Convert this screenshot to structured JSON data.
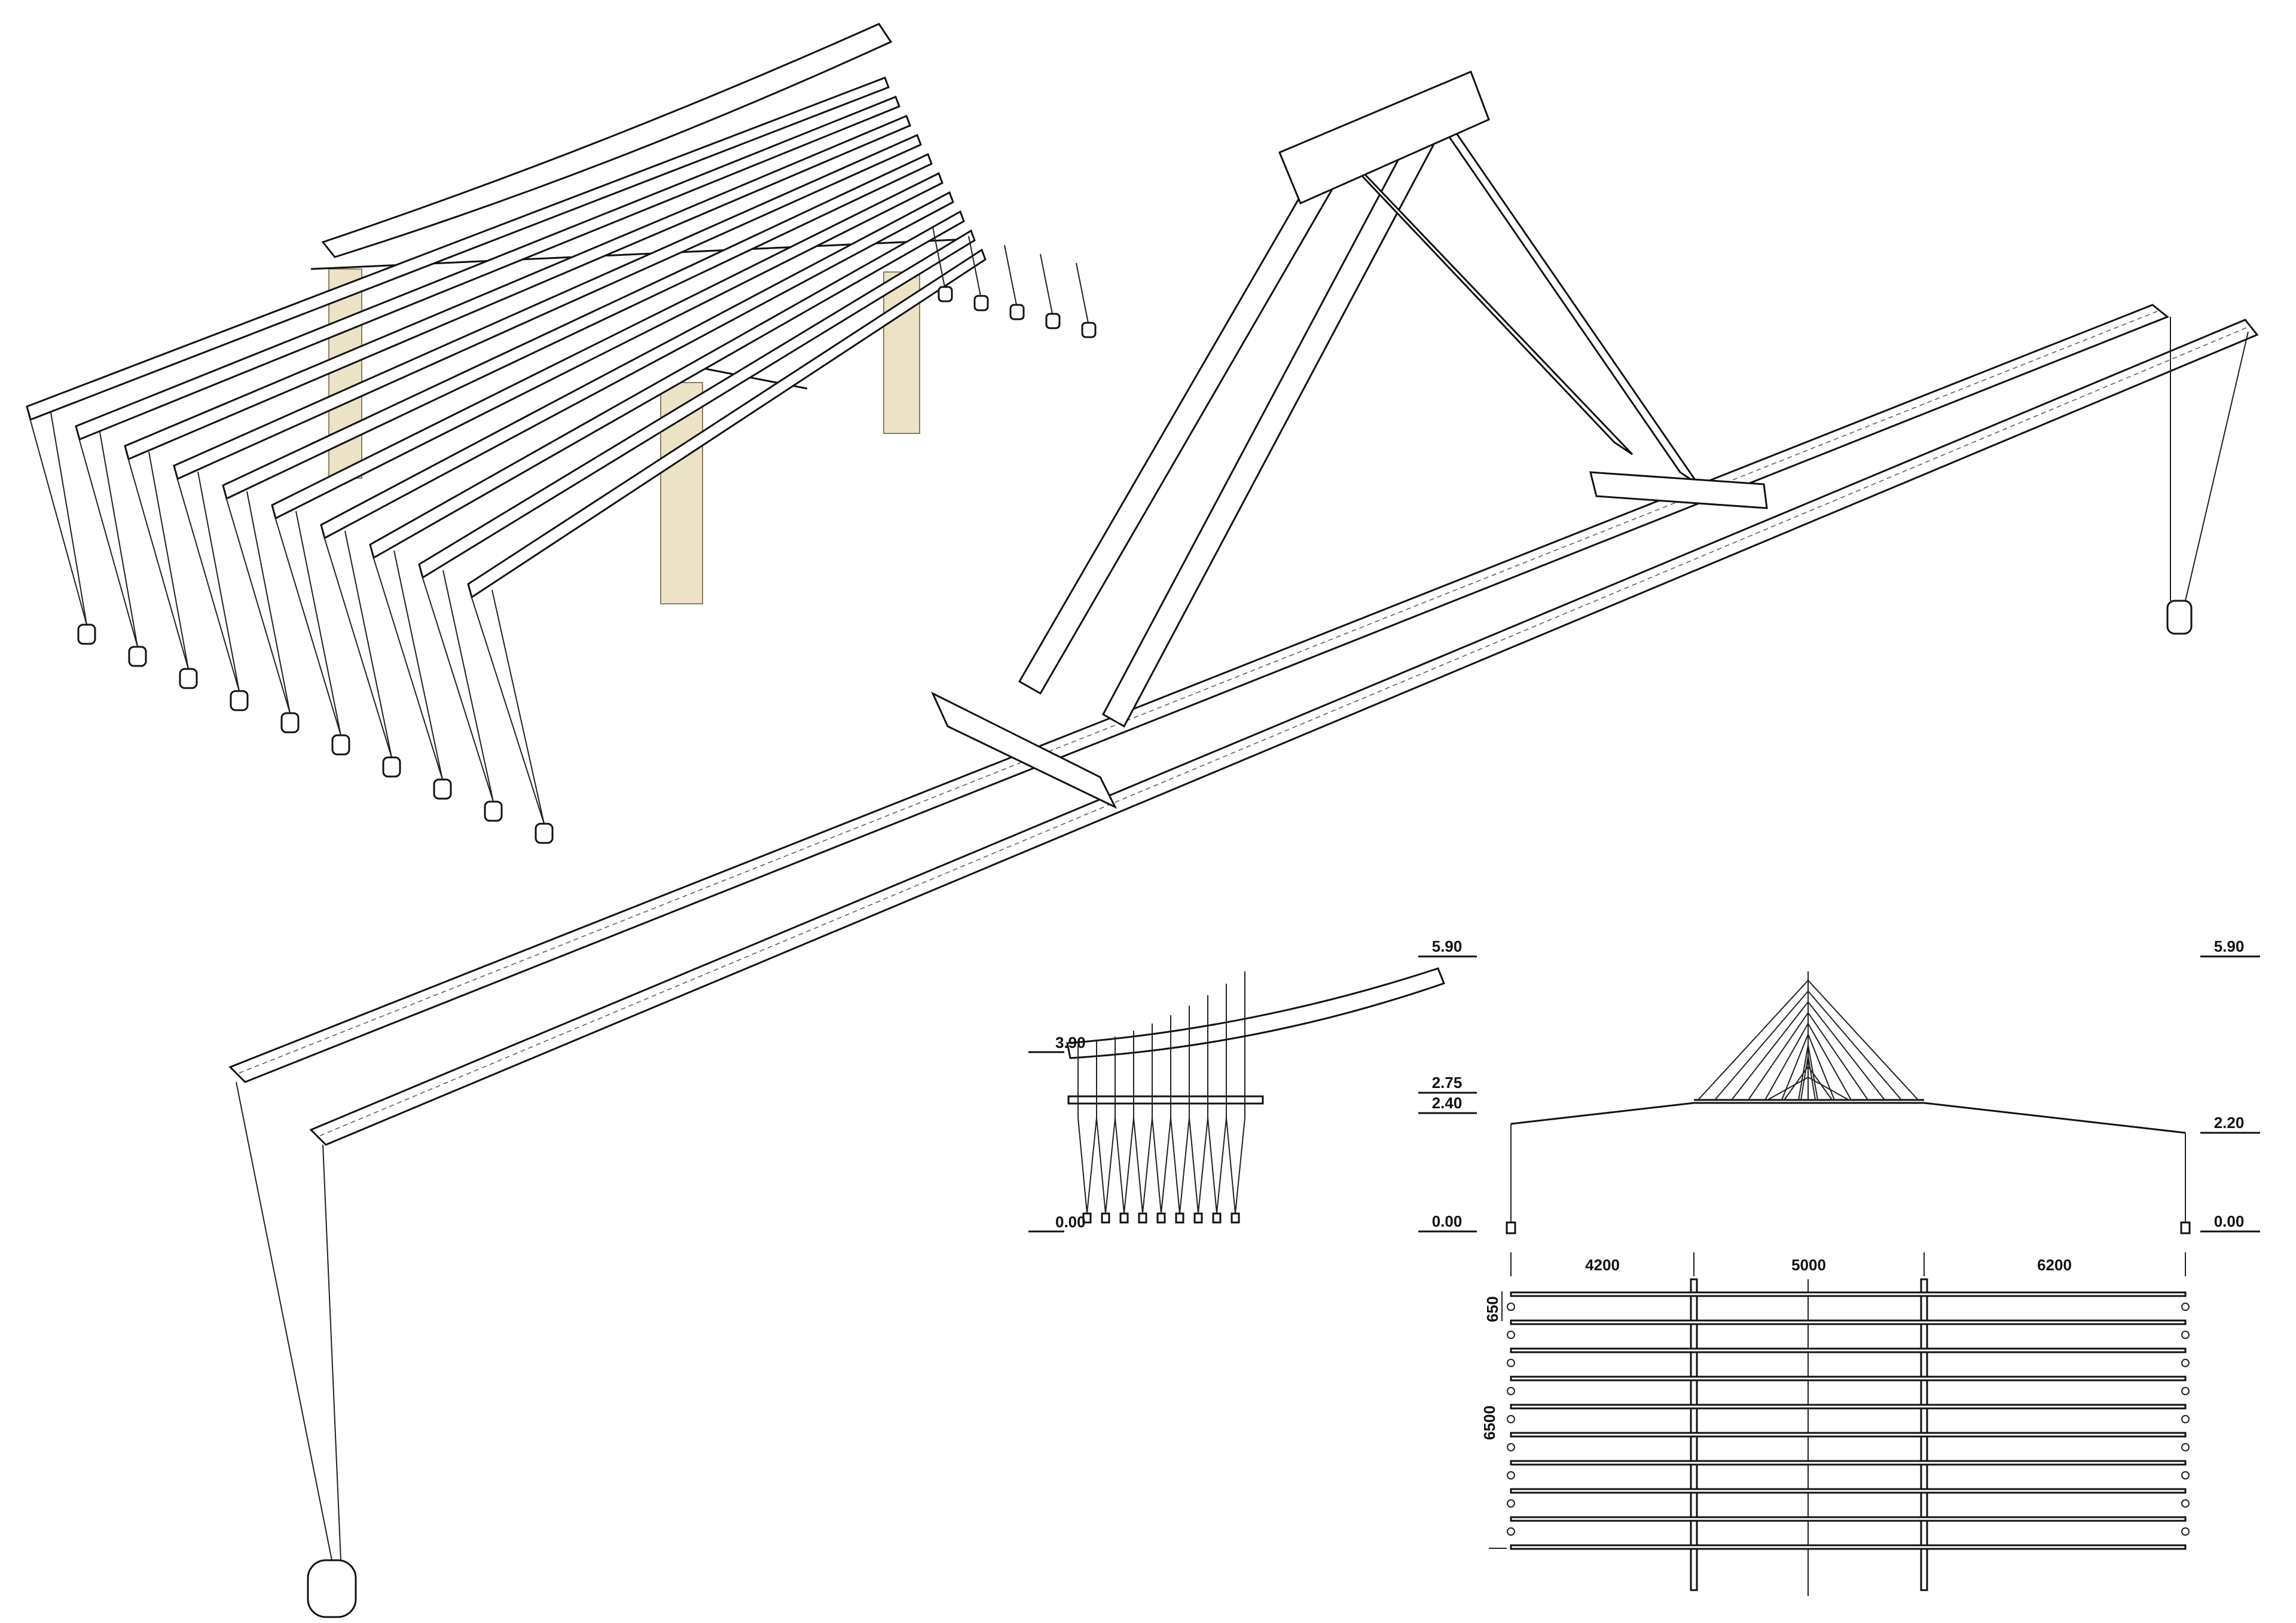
{
  "section_levels": {
    "left": [
      "3.90",
      "0.00"
    ],
    "right": [
      "5.90",
      "2.75",
      "2.40",
      "0.00"
    ]
  },
  "elevation_levels": [
    "5.90",
    "2.20",
    "0.00"
  ],
  "plan_dimensions": {
    "horizontal": [
      "4200",
      "5000",
      "6200"
    ],
    "bay": "650",
    "total_depth": "6500"
  },
  "colors": {
    "line": "#111111",
    "pillar": "#ece3c6"
  }
}
